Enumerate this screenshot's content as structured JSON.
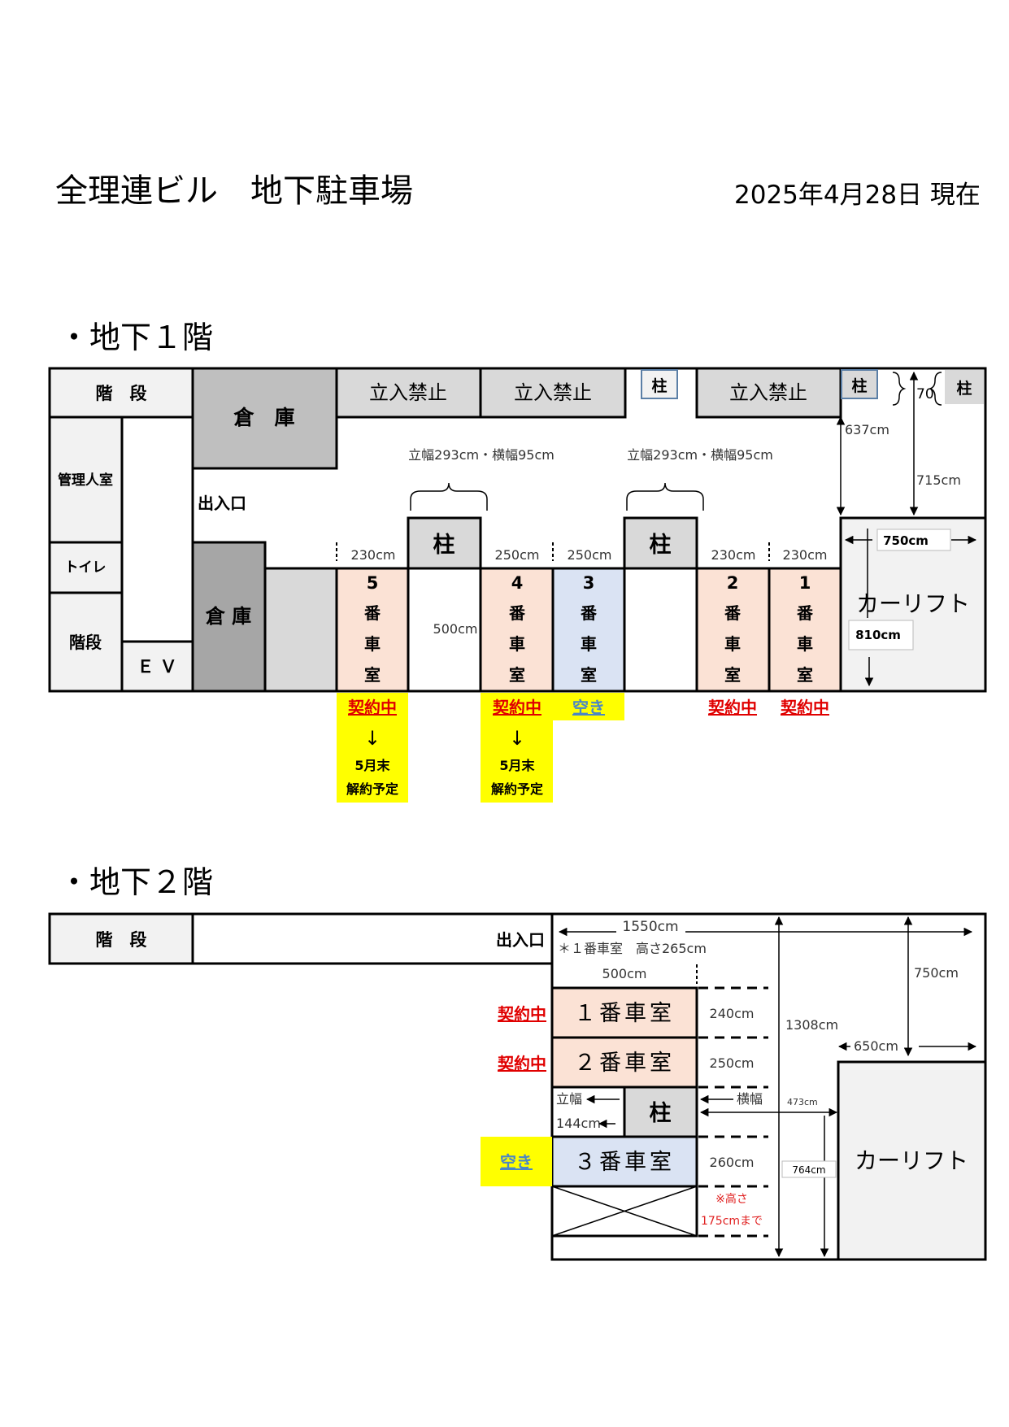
{
  "header": {
    "title": "全理連ビル　地下駐車場",
    "date": "2025年4月28日 現在"
  },
  "b1": {
    "heading": "・地下１階",
    "stairs_top": "階　段",
    "kanri": "管理人室",
    "toilet": "トイレ",
    "stairs": "階段",
    "ev": "Ｅ Ｖ",
    "soko1": "倉　庫",
    "soko2": "倉 庫",
    "entrance": "出入口",
    "no_entry": "立入禁止",
    "pillar": "柱",
    "pillar_dim": "立幅293cm・横幅95cm",
    "w230": "230cm",
    "w250": "250cm",
    "len500": "500cm",
    "dim637": "637cm",
    "dim715": "715cm",
    "dim70": "70",
    "dim750": "750cm",
    "dim810": "810cm",
    "carlift": "カーリフト",
    "ban": "番",
    "sha": "車",
    "shitsu": "室",
    "nums": [
      "5",
      "4",
      "3",
      "2",
      "1"
    ],
    "contracted": "契約中",
    "vacant": "空き",
    "arrow_down": "↓",
    "end_may": "5月末",
    "cancel_plan": "解約予定"
  },
  "b2": {
    "heading": "・地下２階",
    "stairs": "階　段",
    "entrance": "出入口",
    "dim1550": "1550cm",
    "note_height": "＊１番車室　高さ265cm",
    "dim500": "500cm",
    "dim750": "750cm",
    "dim1308": "1308cm",
    "dim650": "650cm",
    "room1": "１番車室",
    "room2": "２番車室",
    "room3": "３番車室",
    "pillar": "柱",
    "tatehaba": "立幅",
    "yokohaba": "横幅",
    "dim144": "144cm",
    "dim240": "240cm",
    "dim250": "250cm",
    "dim260": "260cm",
    "dim473": "473cm",
    "dim764": "764cm",
    "note_h1": "※高さ",
    "note_h2": "175cmまで",
    "carlift": "カーリフト",
    "contracted": "契約中",
    "vacant": "空き"
  },
  "colors": {
    "contracted_fill": "#fbe2d5",
    "vacant_fill": "#dae3f3",
    "gray_light": "#d9d9d9",
    "gray_mid": "#bfbfbf",
    "gray_dark": "#a6a6a6",
    "highlight": "#ffff00",
    "red": "#e00000",
    "blue": "#4a86c5"
  }
}
